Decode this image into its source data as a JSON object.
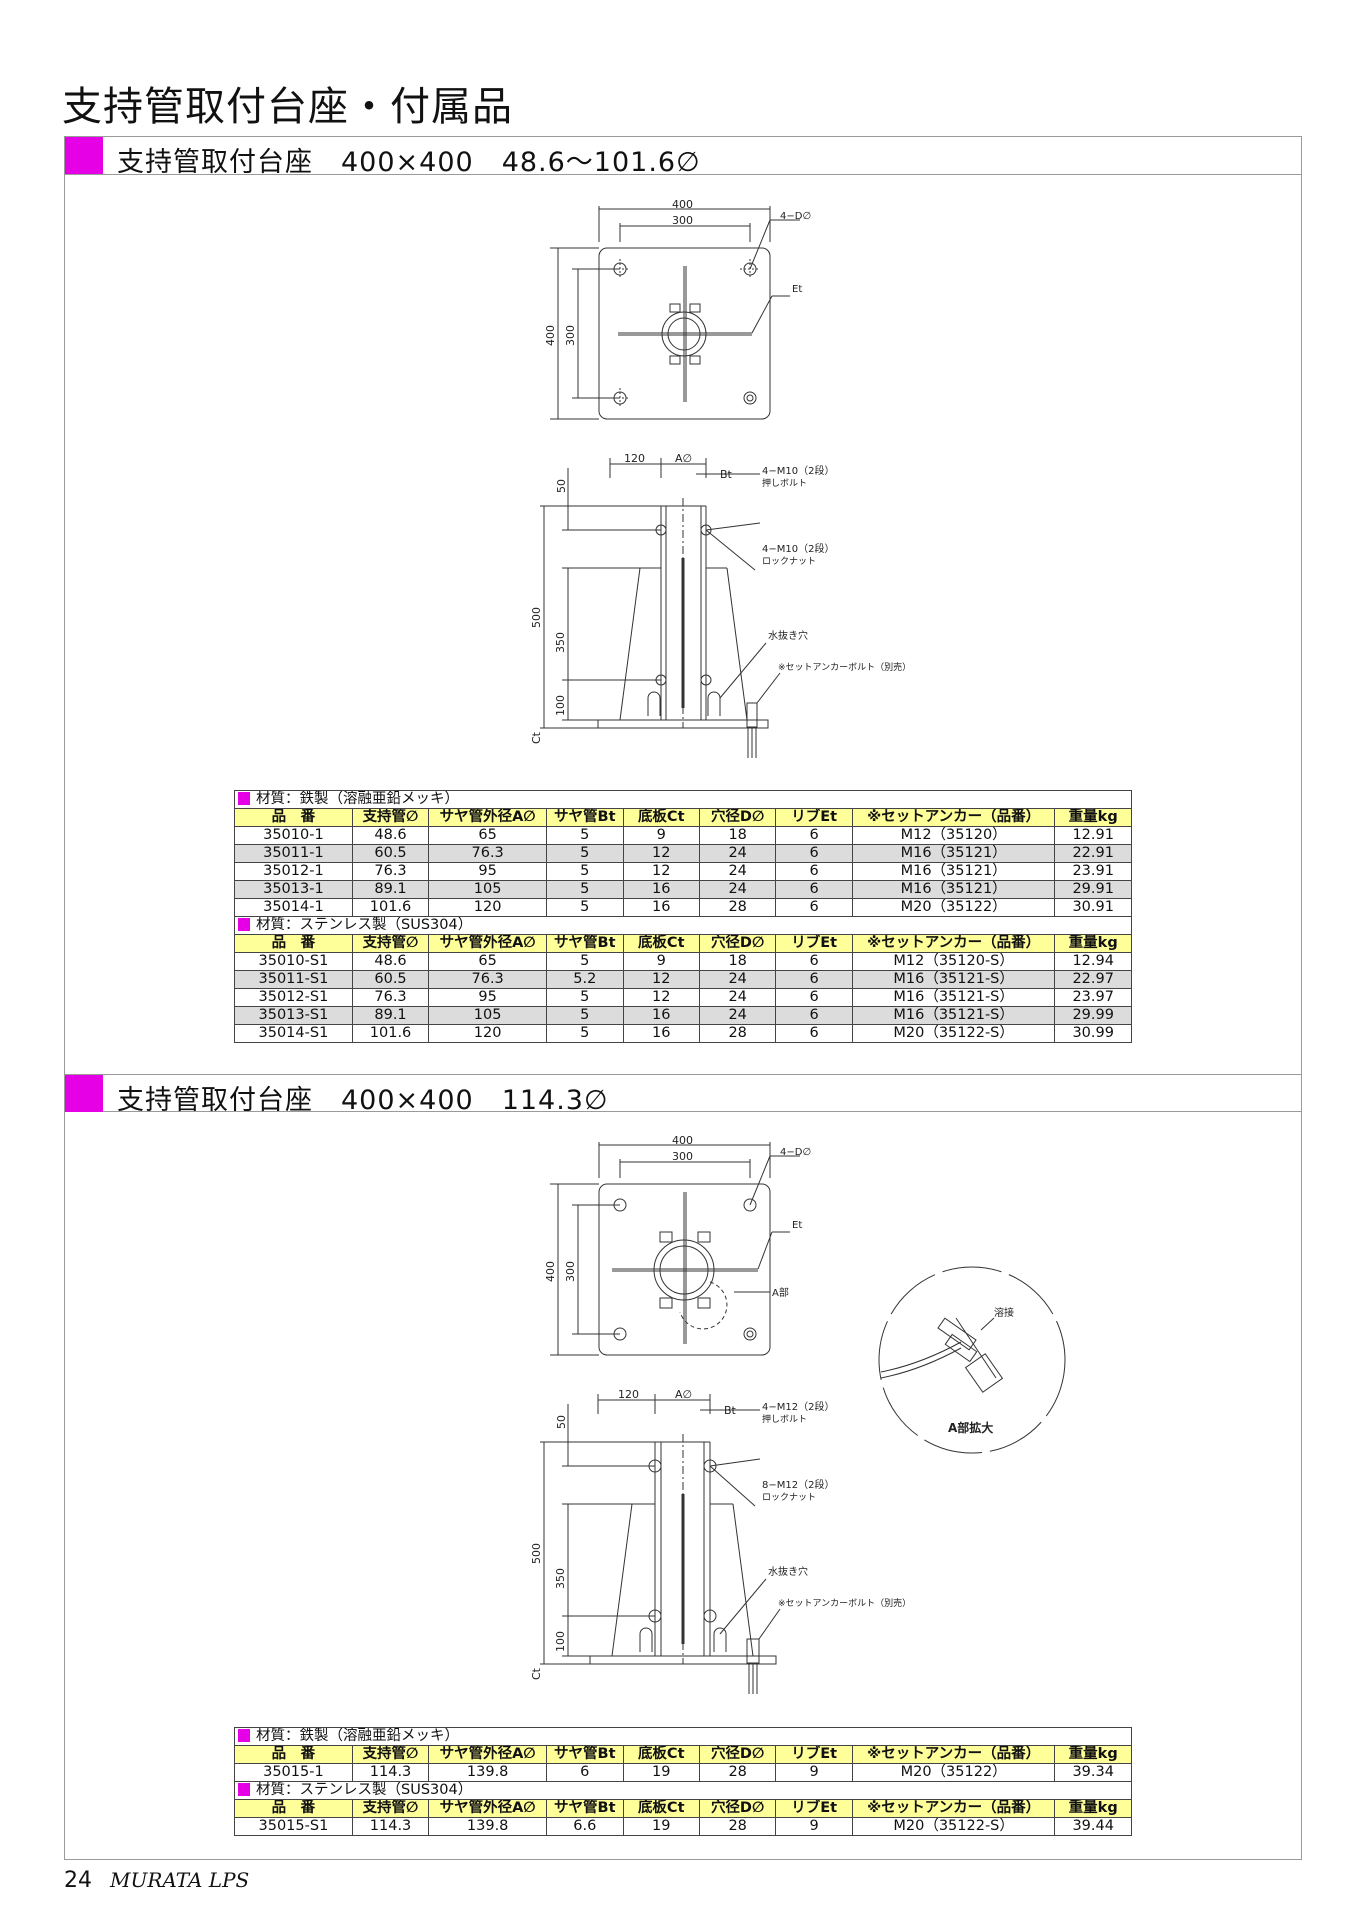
{
  "page_title": "支持管取付台座・付属品",
  "sections": [
    {
      "title": "支持管取付台座　400×400　48.6～101.6∅",
      "plan_view": {
        "dim_outer": "400",
        "dim_inner": "300",
        "hole_label": "4−D∅",
        "rib_label": "Et",
        "dim_side_outer": "400",
        "dim_side_inner": "300"
      },
      "elevation_view": {
        "dim_120": "120",
        "dim_a": "A∅",
        "dim_bt": "Bt",
        "dim_50": "50",
        "dim_500": "500",
        "dim_350": "350",
        "dim_100": "100",
        "dim_ct": "Ct",
        "push_bolt": "4−M10（2段）",
        "push_bolt_sub": "押しボルト",
        "lock_nut": "4−M10（2段）",
        "lock_nut_sub": "ロックナット",
        "water_hole": "水抜き穴",
        "anchor_note": "※セットアンカーボルト（別売）"
      },
      "tables": [
        {
          "material": "材質：鉄製（溶融亜鉛メッキ）",
          "headers": [
            "品　番",
            "支持管∅",
            "サヤ管外径A∅",
            "サヤ管Bt",
            "底板Ct",
            "穴径D∅",
            "リブEt",
            "※セットアンカー（品番）",
            "重量kg"
          ],
          "rows": [
            [
              "35010-1",
              "48.6",
              "65",
              "5",
              "9",
              "18",
              "6",
              "M12（35120）",
              "12.91"
            ],
            [
              "35011-1",
              "60.5",
              "76.3",
              "5",
              "12",
              "24",
              "6",
              "M16（35121）",
              "22.91"
            ],
            [
              "35012-1",
              "76.3",
              "95",
              "5",
              "12",
              "24",
              "6",
              "M16（35121）",
              "23.91"
            ],
            [
              "35013-1",
              "89.1",
              "105",
              "5",
              "16",
              "24",
              "6",
              "M16（35121）",
              "29.91"
            ],
            [
              "35014-1",
              "101.6",
              "120",
              "5",
              "16",
              "28",
              "6",
              "M20（35122）",
              "30.91"
            ]
          ]
        },
        {
          "material": "材質：ステンレス製（SUS304）",
          "headers": [
            "品　番",
            "支持管∅",
            "サヤ管外径A∅",
            "サヤ管Bt",
            "底板Ct",
            "穴径D∅",
            "リブEt",
            "※セットアンカー（品番）",
            "重量kg"
          ],
          "rows": [
            [
              "35010-S1",
              "48.6",
              "65",
              "5",
              "9",
              "18",
              "6",
              "M12（35120-S）",
              "12.94"
            ],
            [
              "35011-S1",
              "60.5",
              "76.3",
              "5.2",
              "12",
              "24",
              "6",
              "M16（35121-S）",
              "22.97"
            ],
            [
              "35012-S1",
              "76.3",
              "95",
              "5",
              "12",
              "24",
              "6",
              "M16（35121-S）",
              "23.97"
            ],
            [
              "35013-S1",
              "89.1",
              "105",
              "5",
              "16",
              "24",
              "6",
              "M16（35121-S）",
              "29.99"
            ],
            [
              "35014-S1",
              "101.6",
              "120",
              "5",
              "16",
              "28",
              "6",
              "M20（35122-S）",
              "30.99"
            ]
          ]
        }
      ]
    },
    {
      "title": "支持管取付台座　400×400　114.3∅",
      "plan_view": {
        "dim_outer": "400",
        "dim_inner": "300",
        "hole_label": "4−D∅",
        "rib_label": "Et",
        "detail_ref": "A部",
        "dim_side_outer": "400",
        "dim_side_inner": "300"
      },
      "detail_view": {
        "weld_label": "溶接",
        "caption": "A部拡大"
      },
      "elevation_view": {
        "dim_120": "120",
        "dim_a": "A∅",
        "dim_bt": "Bt",
        "dim_50": "50",
        "dim_500": "500",
        "dim_350": "350",
        "dim_100": "100",
        "dim_ct": "Ct",
        "push_bolt": "4−M12（2段）",
        "push_bolt_sub": "押しボルト",
        "lock_nut": "8−M12（2段）",
        "lock_nut_sub": "ロックナット",
        "water_hole": "水抜き穴",
        "anchor_note": "※セットアンカーボルト（別売）"
      },
      "tables": [
        {
          "material": "材質：鉄製（溶融亜鉛メッキ）",
          "headers": [
            "品　番",
            "支持管∅",
            "サヤ管外径A∅",
            "サヤ管Bt",
            "底板Ct",
            "穴径D∅",
            "リブEt",
            "※セットアンカー（品番）",
            "重量kg"
          ],
          "rows": [
            [
              "35015-1",
              "114.3",
              "139.8",
              "6",
              "19",
              "28",
              "9",
              "M20（35122）",
              "39.34"
            ]
          ]
        },
        {
          "material": "材質：ステンレス製（SUS304）",
          "headers": [
            "品　番",
            "支持管∅",
            "サヤ管外径A∅",
            "サヤ管Bt",
            "底板Ct",
            "穴径D∅",
            "リブEt",
            "※セットアンカー（品番）",
            "重量kg"
          ],
          "rows": [
            [
              "35015-S1",
              "114.3",
              "139.8",
              "6.6",
              "19",
              "28",
              "9",
              "M20（35122-S）",
              "39.44"
            ]
          ]
        }
      ]
    }
  ],
  "footer": {
    "page_number": "24",
    "brand": "MURATA LPS"
  },
  "colors": {
    "marker": "#e600e6",
    "header_bg": "#ffff99",
    "shade_row": "#dcdcdc",
    "frame": "#9a9a9a"
  }
}
